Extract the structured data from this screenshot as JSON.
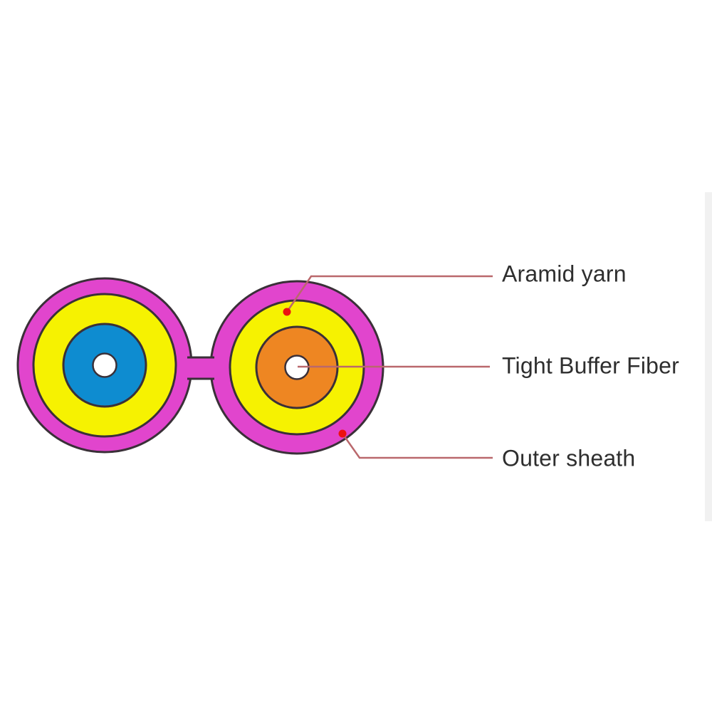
{
  "diagram": {
    "type": "duplex-zipcord-fiber-cable-cross-section",
    "labels": {
      "aramid_yarn": "Aramid yarn",
      "tight_buffer_fiber": "Tight Buffer Fiber",
      "outer_sheath": "Outer sheath"
    },
    "colors": {
      "outer_sheath": "#E145CD",
      "aramid_yarn": "#F6F201",
      "buffer_left": "#0E8CD0",
      "buffer_right": "#EE8622",
      "fiber_hole": "#FFFFFF",
      "outline": "#3A3038",
      "leader_line": "#BA686C",
      "pointer_dot": "#EC1111",
      "text": "#2E2E2E",
      "scroll_strip": "#F1F1F1"
    }
  }
}
